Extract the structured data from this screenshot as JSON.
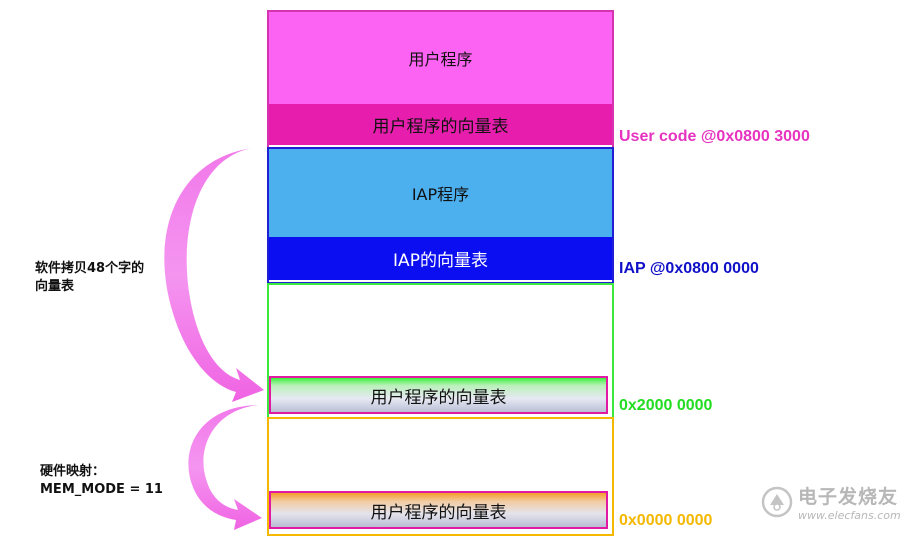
{
  "user_code": {
    "program_label": "用户程序",
    "vector_table_label": "用户程序的向量表",
    "address_label": "User code @0x0800 3000"
  },
  "iap": {
    "program_label": "IAP程序",
    "vector_table_label": "IAP的向量表",
    "address_label": "IAP @0x0800 0000"
  },
  "sram": {
    "vector_table_label": "用户程序的向量表",
    "address_label": "0x2000 0000"
  },
  "boot": {
    "vector_table_label": "用户程序的向量表",
    "address_label": "0x0000 0000"
  },
  "notes": {
    "copy_note_line1": "软件拷贝48个字的",
    "copy_note_line2": "向量表",
    "map_note_line1": "硬件映射：",
    "map_note_line2": "MEM_MODE = 11"
  },
  "watermark": {
    "text": "电子发烧友",
    "url": "www.elecfans.com"
  },
  "colors": {
    "user_code": "#e633c0",
    "iap": "#1010c8",
    "sram": "#22dd22",
    "boot": "#f5b800",
    "arrow": "#f06ce8"
  }
}
